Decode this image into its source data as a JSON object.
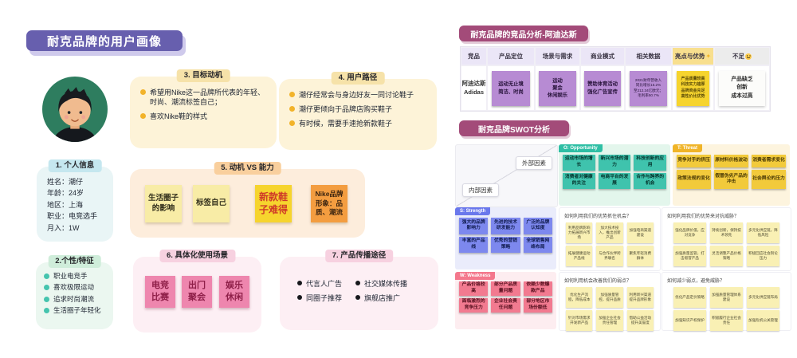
{
  "palette": {
    "persona_title_bg": "#675fae",
    "analysis_title_bg": "#a34b79",
    "sticky_yellow": "#f8eca6",
    "sticky_gold": "#f6d42e",
    "sticky_orange": "#f39d40",
    "sticky_pink": "#ee86ae",
    "sticky_purple": "#b78bd3",
    "sticky_teal": "#3fc3ad",
    "sticky_blue": "#7d88ee",
    "sticky_rose": "#f27a90",
    "sticky_note": "#f9f0b4"
  },
  "persona": {
    "title": "耐克品牌的用户画像",
    "info": {
      "label": "1. 个人信息",
      "lines": "姓名：潮仔\n年龄：24岁\n地区：上海\n职业：电竞选手\n月入：1W"
    },
    "traits": {
      "label": "2.个性/特征",
      "items": [
        "职业电竞手",
        "喜欢极限运动",
        "追求时尚潮流",
        "生活圈子年轻化"
      ]
    },
    "motivation": {
      "label": "3. 目标动机",
      "items": [
        "希望用Nike这一品牌所代表的年轻、时尚、潮流标签自己；",
        "喜欢Nike鞋的样式"
      ]
    },
    "path": {
      "label": "4. 用户路径",
      "items": [
        "潮仔经常会与身边好友一同讨论鞋子",
        "潮仔更倾向于品牌店购买鞋子",
        "有时候，需要手速抢新款鞋子"
      ]
    },
    "ability": {
      "label": "5. 动机 VS 能力",
      "notes": [
        "生活圈子的影响",
        "标签自己",
        "新款鞋子难得",
        "Nike品牌\n形象：品\n质、潮流"
      ]
    },
    "scenes": {
      "label": "6. 具体化使用场景",
      "notes": [
        "电竞\n比赛",
        "出门\n聚会",
        "娱乐\n休闲"
      ]
    },
    "spread": {
      "label": "7. 产品传播途径",
      "col1": [
        "代言人广告",
        "同圈子推荐"
      ],
      "col2": [
        "社交媒体传播",
        "旗舰店推广"
      ]
    }
  },
  "competitor": {
    "title": "耐克品牌的竞品分析-阿迪达斯",
    "columns": [
      "竞品",
      "产品定位",
      "场景与需求",
      "商业模式",
      "相关数据",
      "亮点与优势",
      "不足"
    ],
    "sparkle_icon": "✦",
    "row": {
      "name": "阿迪达斯\nAdidas",
      "positioning": "运动无止境\n简洁、时尚",
      "scene": "运动\n聚会\n休闲娱乐",
      "model": "赞助体育活动\n强化广告宣传",
      "data": "2021财年营收入\n同比增长15.2%\n至212.34亿欧元；\n毛利率50.7%",
      "advantage": "产品质量较高\n科技实力雄厚\n品牌资金充足\n高性价比优势",
      "shortage": "产品缺乏\n创新\n成本过高"
    }
  },
  "swot": {
    "title": "耐克品牌SWOT分析",
    "external_label": "外部因素",
    "internal_label": "内部因素",
    "opportunity": {
      "tag": "O: Opportunity",
      "notes": [
        "运动市场的增长",
        "新兴市场的潜力",
        "科技创新的应用",
        "消费者对健康的关注",
        "电商平台的发展",
        "合作与跨界的机会"
      ]
    },
    "threat": {
      "tag": "T: Threat",
      "notes": [
        "竞争对手的挤压",
        "原材料价格波动",
        "消费者需求变化",
        "政策法规的变化",
        "假冒伪劣产品的冲击",
        "社会舆论的压力"
      ]
    },
    "strength": {
      "tag": "S: Strength",
      "notes": [
        "强大的品牌影响力",
        "先进的技术研发能力",
        "广泛的品牌认知度",
        "丰富的产品线",
        "优秀的营销策略",
        "全球销售网络布局"
      ]
    },
    "weakness": {
      "tag": "W: Weakness",
      "notes": [
        "产品价格较高",
        "部分产品质量问题",
        "依赖少数爆款产品",
        "面临激烈的竞争压力",
        "企业社会责任问题",
        "部分地区市场份额低"
      ]
    },
    "so": {
      "question": "如何利用我们的优势抓住机会？",
      "notes": [
        "利用品牌影响力拓展新兴市场",
        "加大技术投入，推出创新产品",
        "加强电商渠道建设",
        "拓展健康运动产品线",
        "与合作伙伴跨界联名",
        "聚焦年轻消费群体"
      ]
    },
    "st": {
      "question": "如何利用我们的优势来对抗威胁？",
      "notes": [
        "强化品牌价值，应对竞争",
        "持续创新，保持技术领先",
        "多元化供应链，降低风险",
        "加强质量监管，打击假冒产品",
        "灵活调整产品价格策略",
        "积极回应社会舆论压力"
      ]
    },
    "wo": {
      "question": "如何利用机会改善我们的弱点？",
      "notes": [
        "优化生产流程，降低成本",
        "加强质量管控，提升品质",
        "利用新兴渠道提升品牌形象",
        "针对市场需求开发新产品",
        "加强企业社会责任管理",
        "借助公益活动提升美誉度"
      ]
    },
    "wt": {
      "question": "如何减少弱点，避免威胁？",
      "notes": [
        "优化产品定价策略",
        "加强质量管理体系建设",
        "多元化供应链布局",
        "加强知识产权保护",
        "积极履行企业社会责任",
        "加强危机公关管理"
      ]
    }
  }
}
